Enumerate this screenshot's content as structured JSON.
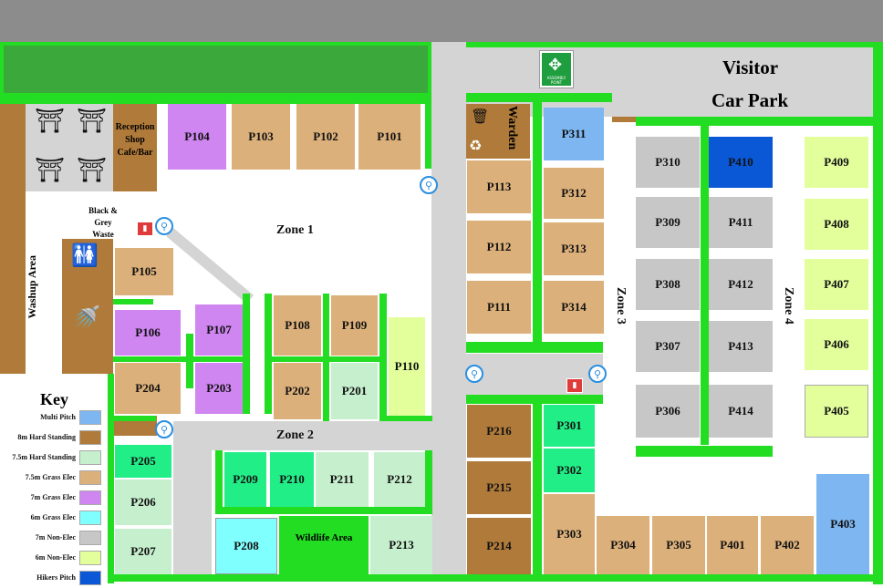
{
  "title_line1": "Visitor",
  "title_line2": "Car Park",
  "zones": {
    "z1": "Zone 1",
    "z2": "Zone 2",
    "z3": "Zone 3",
    "z4": "Zone 4"
  },
  "labels": {
    "reception": "Reception Shop Cafe/Bar",
    "waste": "Black & Grey Waste",
    "washup": "Washup Area",
    "warden": "Warden",
    "wildlife": "Wildlife Area",
    "assembly": "ASSEMBLY POINT"
  },
  "pitches": {
    "P101": "P101",
    "P102": "P102",
    "P103": "P103",
    "P104": "P104",
    "P105": "P105",
    "P106": "P106",
    "P107": "P107",
    "P108": "P108",
    "P109": "P109",
    "P110": "P110",
    "P111": "P111",
    "P112": "P112",
    "P113": "P113",
    "P201": "P201",
    "P202": "P202",
    "P203": "P203",
    "P204": "P204",
    "P205": "P205",
    "P206": "P206",
    "P207": "P207",
    "P208": "P208",
    "P209": "P209",
    "P210": "P210",
    "P211": "P211",
    "P212": "P212",
    "P213": "P213",
    "P214": "P214",
    "P215": "P215",
    "P216": "P216",
    "P301": "P301",
    "P302": "P302",
    "P303": "P303",
    "P304": "P304",
    "P305": "P305",
    "P306": "P306",
    "P307": "P307",
    "P308": "P308",
    "P309": "P309",
    "P310": "P310",
    "P311": "P311",
    "P312": "P312",
    "P313": "P313",
    "P314": "P314",
    "P401": "P401",
    "P402": "P402",
    "P403": "P403",
    "P405": "P405",
    "P406": "P406",
    "P407": "P407",
    "P408": "P408",
    "P409": "P409",
    "P410": "P410",
    "P411": "P411",
    "P412": "P412",
    "P413": "P413",
    "P414": "P414"
  },
  "key": {
    "title": "Key",
    "items": [
      {
        "label": "Multi Pitch",
        "color": "#7db6f0"
      },
      {
        "label": "8m Hard Standing",
        "color": "#b07b3a"
      },
      {
        "label": "7.5m Hard Standing",
        "color": "#c6efcd"
      },
      {
        "label": "7.5m Grass Elec",
        "color": "#dcb07a"
      },
      {
        "label": "7m Grass Elec",
        "color": "#cf86f0"
      },
      {
        "label": "6m Grass Elec",
        "color": "#80ffff"
      },
      {
        "label": "7m Non-Elec",
        "color": "#c7c7c7"
      },
      {
        "label": "6m Non-Elec",
        "color": "#e2ff9c"
      },
      {
        "label": "Hikers Pitch",
        "color": "#0b58d6"
      }
    ]
  },
  "icons": [
    "picnic-table-icon",
    "toilet-icon",
    "shower-icon",
    "tap-icon",
    "fire-point-icon",
    "bin-icon",
    "recycle-icon",
    "assembly-point-icon"
  ]
}
